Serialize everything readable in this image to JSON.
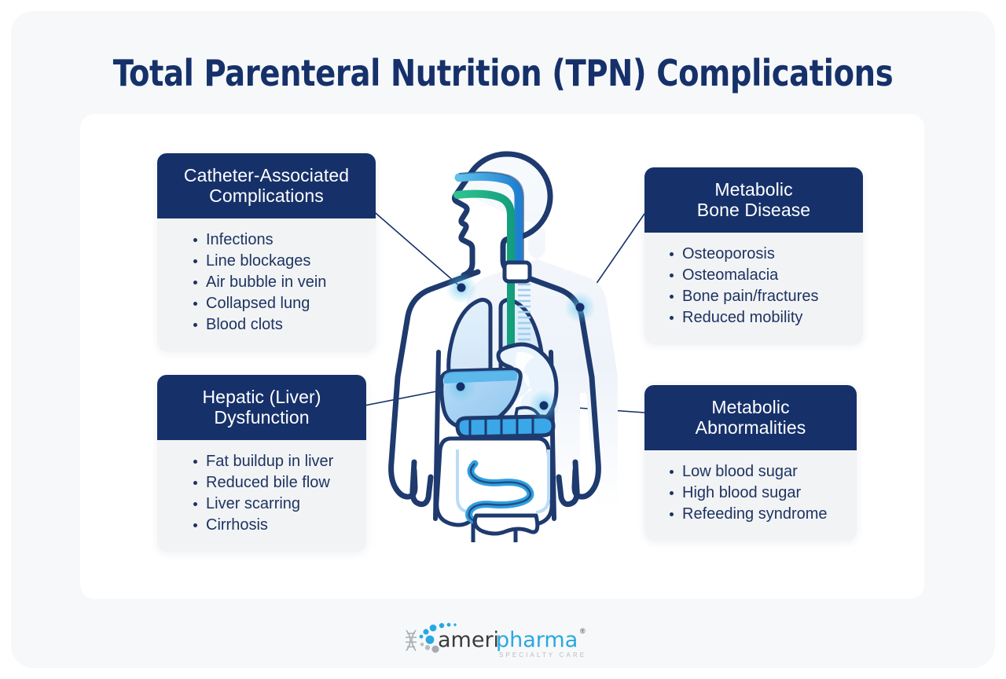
{
  "page": {
    "title": "Total Parenteral Nutrition (TPN) Complications",
    "background_color": "#f6f8fa",
    "panel_color": "#ffffff",
    "accent_navy": "#16316a",
    "card_body_color": "#f2f3f5",
    "text_navy": "#1d3461"
  },
  "cards": {
    "catheter": {
      "title_line1": "Catheter-Associated",
      "title_line2": "Complications",
      "items": [
        "Infections",
        "Line blockages",
        "Air bubble in vein",
        "Collapsed lung",
        "Blood clots"
      ]
    },
    "hepatic": {
      "title_line1": "Hepatic (Liver)",
      "title_line2": "Dysfunction",
      "items": [
        "Fat buildup in liver",
        "Reduced bile flow",
        "Liver scarring",
        "Cirrhosis"
      ]
    },
    "bone": {
      "title_line1": "Metabolic",
      "title_line2": "Bone Disease",
      "items": [
        "Osteoporosis",
        "Osteomalacia",
        "Bone pain/fractures",
        "Reduced mobility"
      ]
    },
    "abnormalities": {
      "title_line1": "Metabolic",
      "title_line2": "Abnormalities",
      "items": [
        "Low blood sugar",
        "High blood sugar",
        "Refeeding syndrome"
      ]
    }
  },
  "illustration": {
    "name": "human-body-digestive-diagram",
    "body_outline_color": "#1e3a6e",
    "body_fill_color": "#f3f6fb",
    "organ_light_blue": "#d8e9f8",
    "organ_blue": "#2f9fe0",
    "tube_blue": "#2f9fe0",
    "tube_green": "#17a982",
    "marker_color": "#16316a",
    "marker_glow_color": "#5cc3ec",
    "markers": [
      {
        "name": "catheter-marker",
        "label": "Catheter-Associated Complications"
      },
      {
        "name": "bone-marker",
        "label": "Metabolic Bone Disease"
      },
      {
        "name": "liver-marker",
        "label": "Hepatic (Liver) Dysfunction"
      },
      {
        "name": "metabolic-marker",
        "label": "Metabolic Abnormalities"
      }
    ]
  },
  "logo": {
    "text_part1": "ameri",
    "text_part2": "pharma",
    "registered_mark": "®",
    "tagline": "SPECIALTY CARE",
    "color_part1": "#3c3c3c",
    "color_part2": "#29a8e0",
    "tagline_color": "#b9bcc2"
  }
}
